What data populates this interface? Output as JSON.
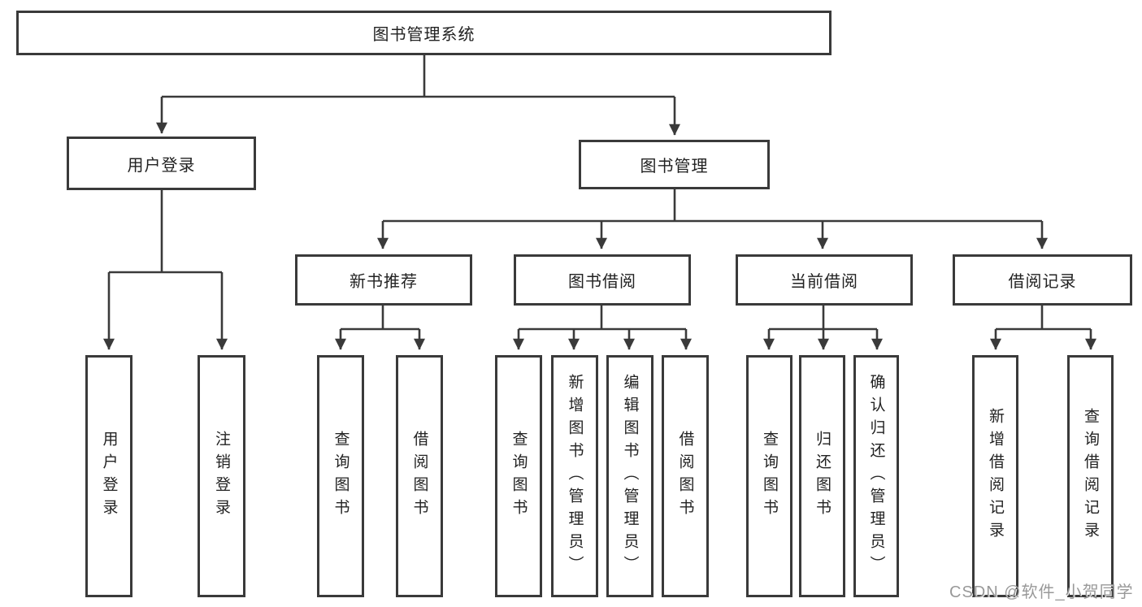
{
  "tree": {
    "root": {
      "label": "图书管理系统"
    },
    "level2": [
      {
        "label": "用户登录",
        "children": [
          {
            "label": "用户登录"
          },
          {
            "label": "注销登录"
          }
        ]
      },
      {
        "label": "图书管理",
        "children": [
          {
            "label": "新书推荐",
            "children": [
              {
                "label": "查询图书"
              },
              {
                "label": "借阅图书"
              }
            ]
          },
          {
            "label": "图书借阅",
            "children": [
              {
                "label": "查询图书"
              },
              {
                "label": "新增图书（管理员）"
              },
              {
                "label": "编辑图书（管理员）"
              },
              {
                "label": "借阅图书"
              }
            ]
          },
          {
            "label": "当前借阅",
            "children": [
              {
                "label": "查询图书"
              },
              {
                "label": "归还图书"
              },
              {
                "label": "确认归还（管理员）"
              }
            ]
          },
          {
            "label": "借阅记录",
            "children": [
              {
                "label": "新增借阅记录"
              },
              {
                "label": "查询借阅记录"
              }
            ]
          }
        ]
      }
    ]
  },
  "watermark": "CSDN @软件_小贺同学",
  "colors": {
    "line": "#3a3a3a",
    "box_border": "#3a3a3a",
    "text": "#222222",
    "watermark": "#949494",
    "background": "#ffffff"
  }
}
